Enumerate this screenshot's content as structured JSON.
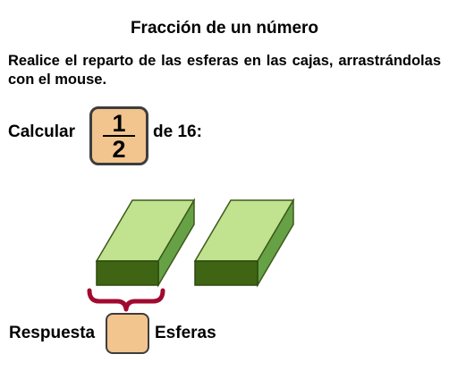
{
  "title": "Fracción de un número",
  "instructions": "Realice el reparto de las esferas en las cajas, arrastrándolas con el mouse.",
  "calc": {
    "prefix": "Calcular",
    "numerator": "1",
    "denominator": "2",
    "suffix": "de 16:"
  },
  "answer": {
    "label": "Respuesta",
    "value": "",
    "unit": "Esferas"
  },
  "colors": {
    "box_top": "#c1e38f",
    "box_front": "#3f6514",
    "box_side": "#66a146",
    "brace": "#a10a2f",
    "fraction_fill": "#f2c48e"
  }
}
